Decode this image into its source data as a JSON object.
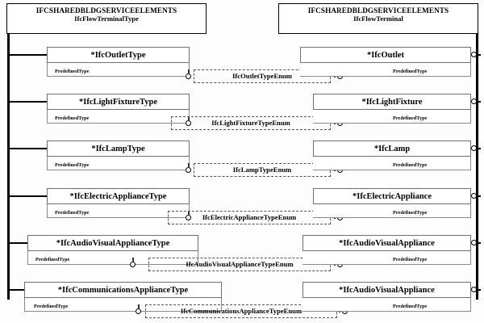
{
  "diagram": {
    "title_left_schema": "IFCSHAREDBLDGSERVICEELEMENTS",
    "title_left_entity": "IfcFlowTerminalType",
    "title_right_schema": "IFCSHAREDBLDGSERVICEELEMENTS",
    "title_right_entity": "IfcFlowTerminal",
    "attribute_label": "PredefinedType",
    "colors": {
      "line": "#000000",
      "box_border": "#6f6f6f",
      "enum_border": "#555555",
      "background": "#fdfdfd"
    }
  },
  "rows": [
    {
      "type_entity": "*IfcOutletType",
      "type_attr": "PredefinedType",
      "enum": "IfcOutletTypeEnum",
      "occurrence_entity": "*IfcOutlet",
      "occurrence_attr": "PredefinedType"
    },
    {
      "type_entity": "*IfcLightFixtureType",
      "type_attr": "PredefinedType",
      "enum": "IfcLightFixtureTypeEnum",
      "occurrence_entity": "*IfcLightFixture",
      "occurrence_attr": "PredefinedType"
    },
    {
      "type_entity": "*IfcLampType",
      "type_attr": "PredefinedType",
      "enum": "IfcLampTypeEnum",
      "occurrence_entity": "*IfcLamp",
      "occurrence_attr": "PredefinedType"
    },
    {
      "type_entity": "*IfcElectricApplianceType",
      "type_attr": "PredefinedType",
      "enum": "IfcElectricApplianceTypeEnum",
      "occurrence_entity": "*IfcElectricAppliance",
      "occurrence_attr": "PredefinedType"
    },
    {
      "type_entity": "*IfcAudioVisualApplianceType",
      "type_attr": "PredefinedType",
      "enum": "IfcAudioVisualApplianceTypeEnum",
      "occurrence_entity": "*IfcAudioVisualAppliance",
      "occurrence_attr": "PredefinedType"
    },
    {
      "type_entity": "*IfcCommunicationsApplianceType",
      "type_attr": "PredefinedType",
      "enum": "IfcCommunicationsApplianceTypeEnum",
      "occurrence_entity": "*IfcAudioVisualAppliance",
      "occurrence_attr": "PredefinedType"
    }
  ]
}
